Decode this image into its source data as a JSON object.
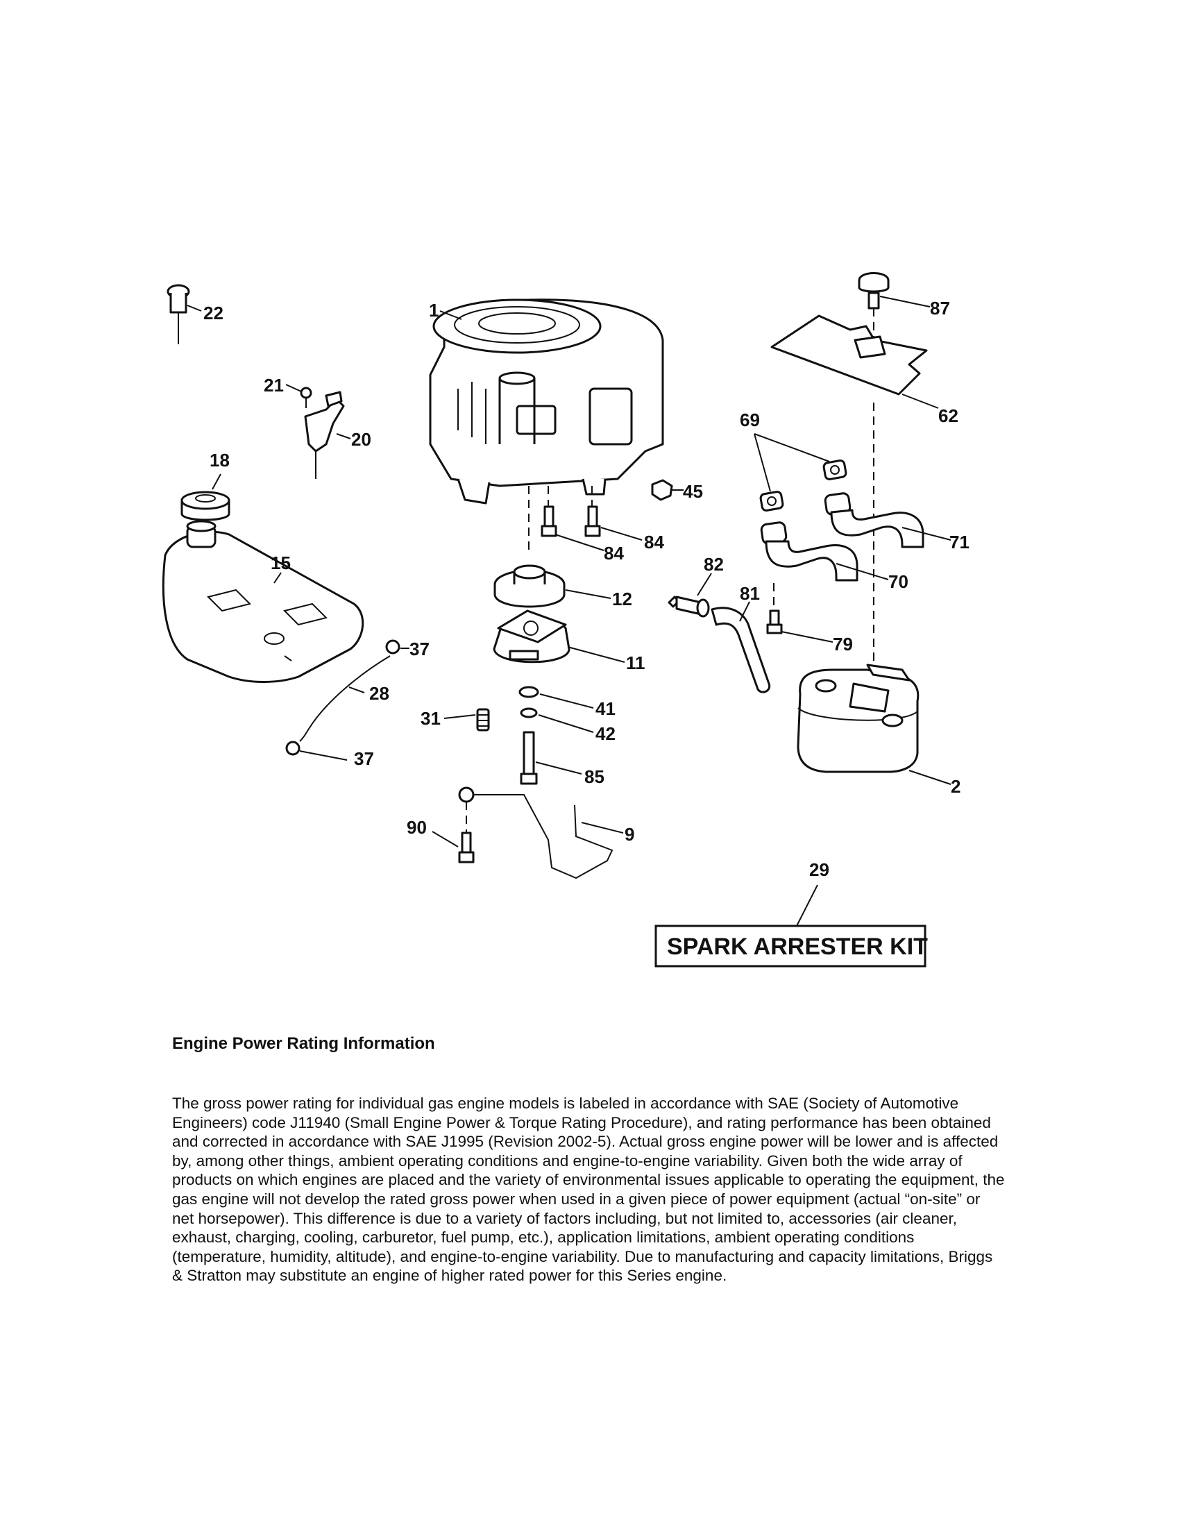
{
  "callouts": {
    "c1": "1",
    "c2": "2",
    "c9": "9",
    "c11": "11",
    "c12": "12",
    "c15": "15",
    "c18": "18",
    "c20": "20",
    "c21": "21",
    "c22": "22",
    "c28": "28",
    "c29": "29",
    "c31": "31",
    "c37a": "37",
    "c37b": "37",
    "c41": "41",
    "c42": "42",
    "c45": "45",
    "c62": "62",
    "c69": "69",
    "c70": "70",
    "c71": "71",
    "c79": "79",
    "c81": "81",
    "c82": "82",
    "c84a": "84",
    "c84b": "84",
    "c85": "85",
    "c87": "87",
    "c90": "90"
  },
  "kit_label": "SPARK ARRESTER KIT",
  "info": {
    "heading": "Engine Power Rating Information",
    "body": "The gross power rating for individual gas engine models is labeled in accordance with SAE (Society of Automotive Engineers) code J11940 (Small Engine Power & Torque Rating Procedure), and rating performance has been obtained and corrected in accordance with SAE J1995 (Revision 2002-5). Actual gross engine power will be lower and is affected by, among other things, ambient operating conditions and engine-to-engine variability. Given both the wide array of products on which engines are placed and the variety of environmental issues applicable to operating the equipment, the gas engine will not develop the rated gross power when used in a given piece of power equipment (actual “on-site” or net horsepower). This difference is due to a variety of factors including, but not limited to, accessories (air cleaner, exhaust, charging, cooling, carburetor, fuel pump, etc.), application limitations, ambient operating conditions (temperature, humidity, altitude), and engine-to-engine variability. Due to manufacturing and capacity limitations, Briggs & Stratton may substitute an engine of higher rated power for this Series engine."
  }
}
